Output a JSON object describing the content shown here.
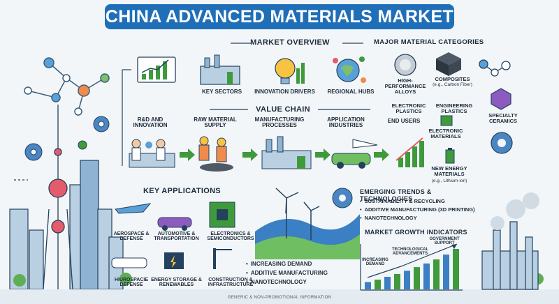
{
  "title": "CHINA ADVANCED MATERIALS MARKET",
  "market_overview": {
    "heading": "MARKET OVERVIEW",
    "items": [
      "KEY SECTORS",
      "INNOVATION DRIVERS",
      "REGIONAL HUBS"
    ]
  },
  "categories": {
    "heading": "MAJOR MATERIAL CATEGORIES",
    "items": [
      {
        "label": "HIGH-PERFORMANCE ALLOYS",
        "note": ""
      },
      {
        "label": "COMPOSITES",
        "note": "(e.g., Carbon Fiber)"
      },
      {
        "label": "ELECTRONIC PLASTICS",
        "note": ""
      },
      {
        "label": "ENGINEERING PLASTICS",
        "note": ""
      },
      {
        "label": "SPECIALTY CERAMICS",
        "note": ""
      },
      {
        "label": "ELECTRONIC MATERIALS",
        "note": ""
      },
      {
        "label": "NEW ENERGY MATERIALS",
        "note": "(e.g., Lithium-ion)"
      }
    ]
  },
  "value_chain": {
    "heading": "VALUE CHAIN",
    "steps": [
      "R&D AND INNOVATION",
      "RAW MATERIAL SUPPLY",
      "MANUFACTURING PROCESSES",
      "APPLICATION INDUSTRIES",
      "END USERS"
    ]
  },
  "applications": {
    "heading": "KEY APPLICATIONS",
    "items": [
      "AEROSPACE & DEFENSE",
      "AUTOMOTIVE & TRANSPORTATION",
      "ELECTRONICS & SEMICONDUCTORS",
      "HIUROSPACIE DEFENSE",
      "ENERGY STORAGE & RENEWABLES",
      "CONSTRUCTION & INFRASTRUCTURE"
    ]
  },
  "center_bullets": [
    "INCREASING DEMAND",
    "ADDITIVE MANUFACTURING",
    "NANOTECHNOLOGY"
  ],
  "trends": {
    "heading": "EMERGING TRENDS & TECHNOLOGIES",
    "items": [
      "SUSTAINABILITY & RECYCLING",
      "ADDITIVE MANUFACTURING (3D Printing)",
      "NANOTECHNOLOGY"
    ]
  },
  "growth": {
    "heading": "MARKET GROWTH INDICATORS",
    "labels": [
      "INCREASING DEMAND",
      "TECHNOLOGICAL ADVANCEMENTS",
      "GOVERNMENT SUPPORT"
    ],
    "bars": [
      0.18,
      0.24,
      0.31,
      0.38,
      0.46,
      0.55,
      0.64,
      0.74,
      0.86,
      1.0
    ]
  },
  "footer": "GENERIC & NON-PROMOTIONAL INFORMATION",
  "colors": {
    "title": "#1f6fb8",
    "green": "#3f9a3c",
    "blue": "#3b7fc4",
    "navy": "#24415e"
  }
}
